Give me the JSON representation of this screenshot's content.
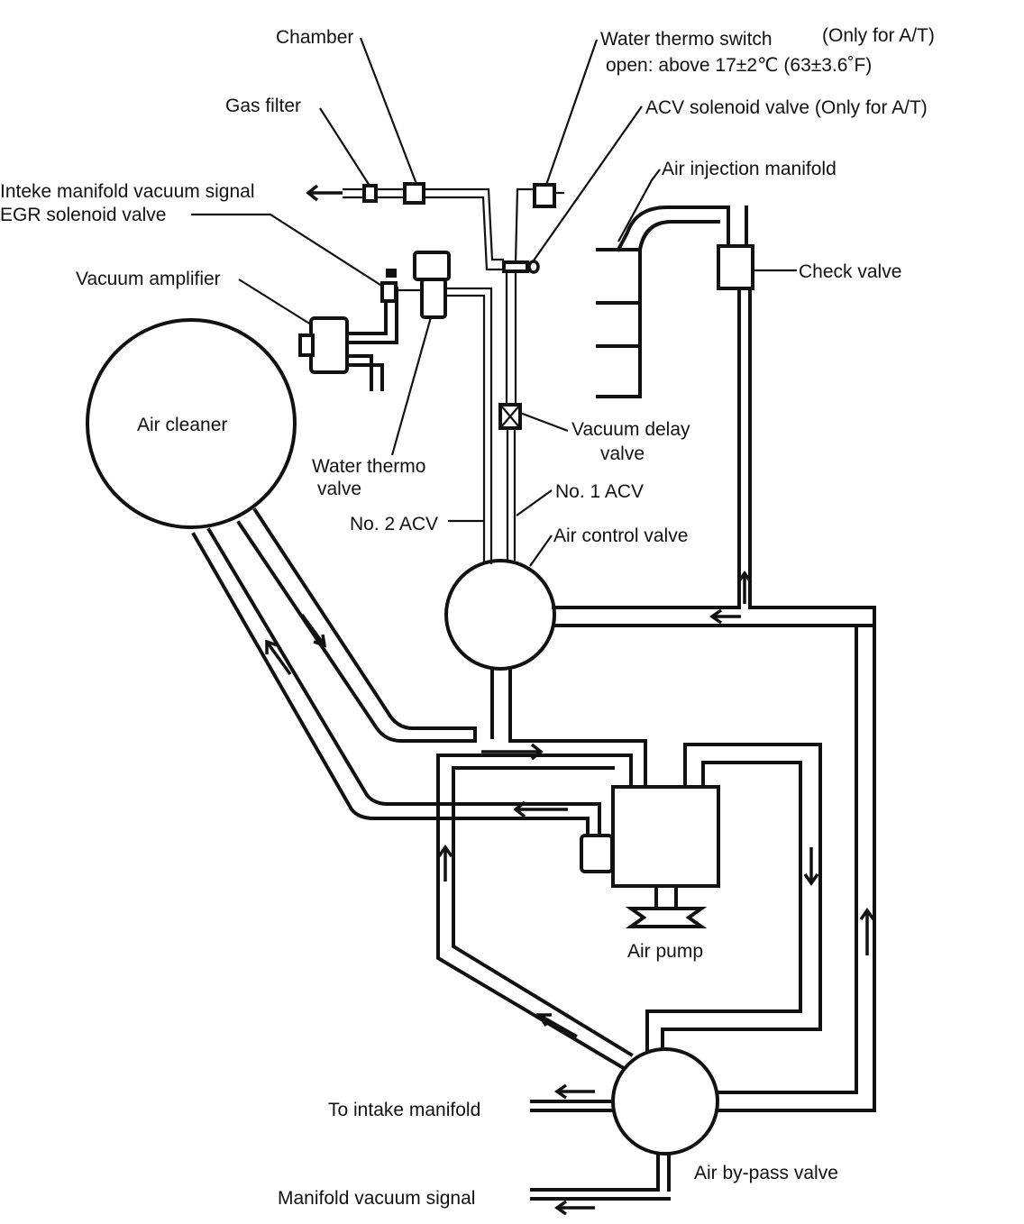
{
  "labels": {
    "chamber": "Chamber",
    "water_thermo_switch": "Water thermo switch",
    "only_for_at_1": "(Only for A/T)",
    "open_above": "open: above 17±2℃ (63±3.6˚F)",
    "gas_filter": "Gas filter",
    "acv_solenoid_valve": "ACV solenoid valve (Only for A/T)",
    "intake_vacuum_signal": "Inteke manifold vacuum signal",
    "egr_solenoid_valve": "EGR solenoid valve",
    "air_injection_manifold": "Air injection manifold",
    "check_valve": "Check valve",
    "vacuum_amplifier": "Vacuum amplifier",
    "air_cleaner": "Air cleaner",
    "vacuum_delay_valve_1": "Vacuum delay",
    "vacuum_delay_valve_2": "valve",
    "water_thermo_valve_1": "Water thermo",
    "water_thermo_valve_2": "valve",
    "no1_acv": "No. 1 ACV",
    "no2_acv": "No. 2 ACV",
    "air_control_valve": "Air control valve",
    "air_pump": "Air pump",
    "to_intake_manifold": "To intake manifold",
    "air_bypass_valve": "Air by-pass valve",
    "manifold_vacuum_signal": "Manifold vacuum signal"
  }
}
